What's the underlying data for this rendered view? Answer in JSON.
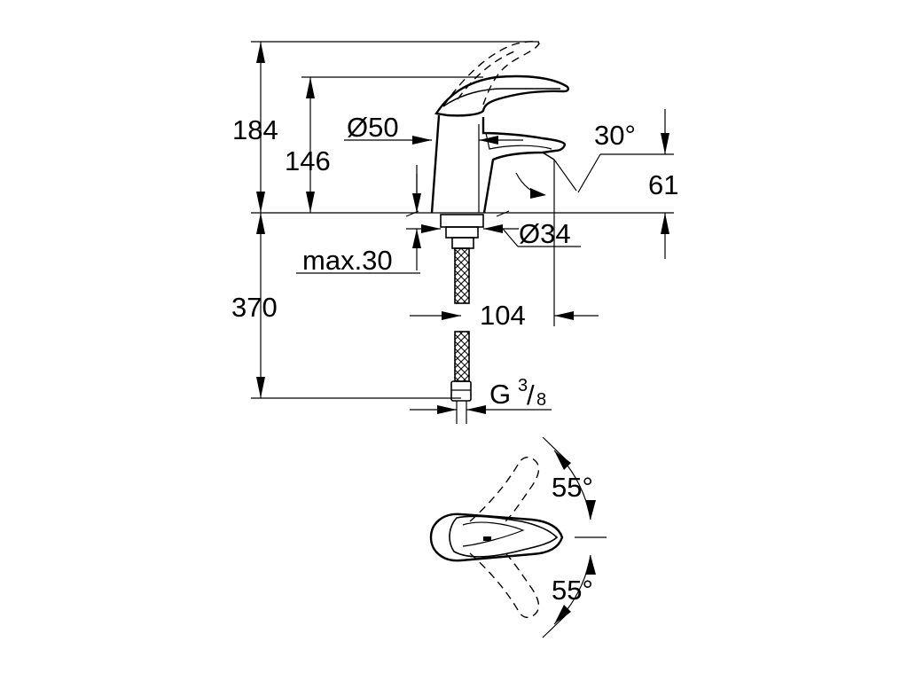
{
  "dimensions": {
    "total_height": "184",
    "lever_height": "146",
    "body_diameter": "Ø50",
    "spout_angle": "30°",
    "spout_height": "61",
    "base_diameter": "Ø34",
    "max_counter_thickness": "max.30",
    "hose_length": "370",
    "spout_reach": "104",
    "thread_prefix": "G",
    "thread_numerator": "3",
    "thread_denominator": "8",
    "lever_rotation_upper": "55°",
    "lever_rotation_lower": "55°"
  }
}
